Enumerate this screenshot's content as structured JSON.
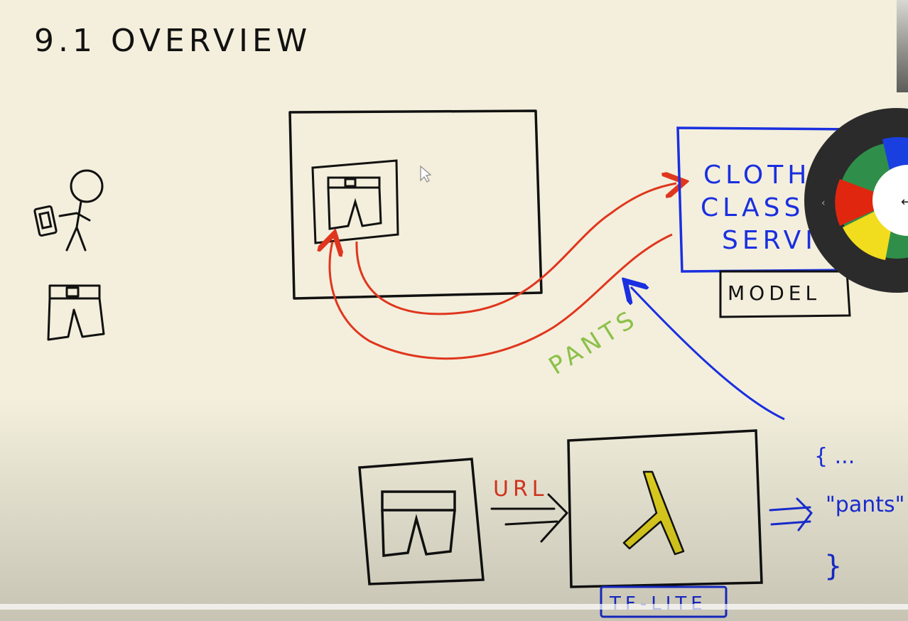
{
  "whiteboard": {
    "title": "9.1 OVERVIEW",
    "service_box_lines": [
      "CLOTHE",
      "CLASSIF",
      "SERVIC"
    ],
    "model_label": "MODEL",
    "response_label": "PANTS",
    "url_label": "URL",
    "lambda_symbol": "λ",
    "runtime_label": "TF-LITE",
    "json_open": "{ ...",
    "json_value": "\"pants\"",
    "json_close": "}"
  },
  "colors": {
    "background": "#f3efdc",
    "ink": "#111111",
    "red_pen": "#e0361e",
    "blue_pen": "#1a2fe0",
    "green_pen": "#8cc04a",
    "yellow_pen": "#e8d820"
  },
  "color_wheel": {
    "swatches": [
      "#2f8f4a",
      "#1a3fe0",
      "#e0260e",
      "#f2dc1e"
    ],
    "arrow": "←"
  },
  "video": {
    "progress_percent": 100
  }
}
